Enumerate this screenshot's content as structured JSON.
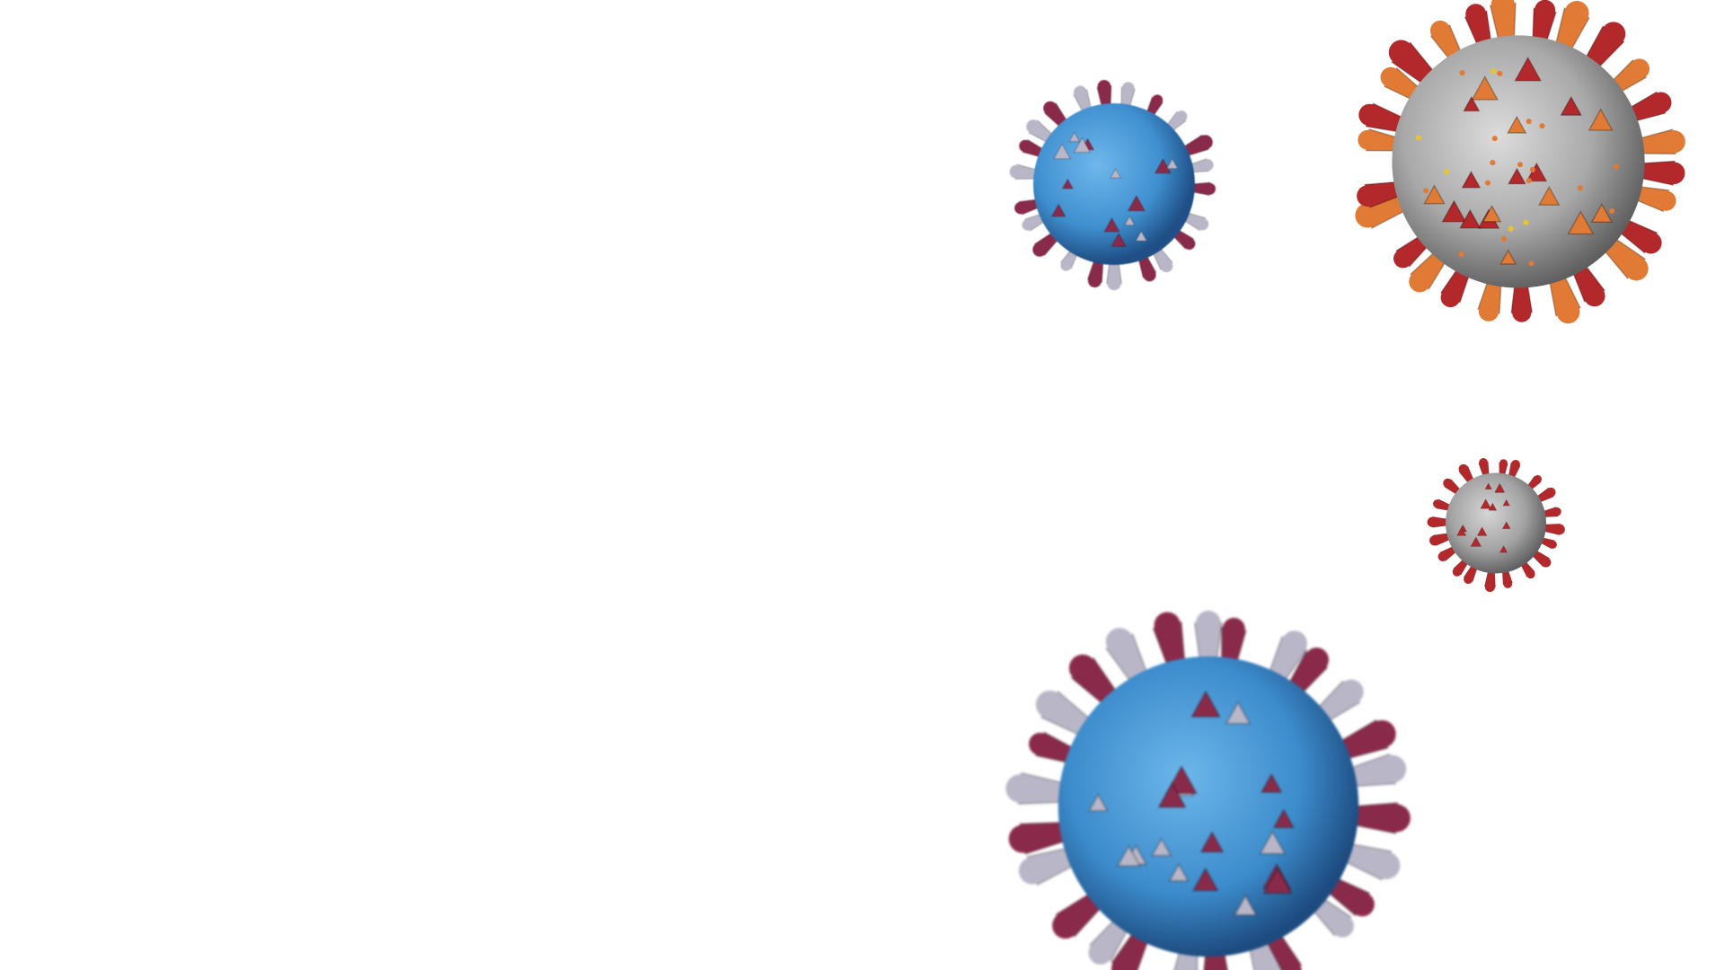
{
  "scene": {
    "background_color": "#ffffff",
    "objects": [
      {
        "name": "blue-virion-top",
        "membrane_color": "#3f8fcf",
        "membrane_shadow": "#1f4f86",
        "spike_colors": [
          "#8a2a4a",
          "#b9b6c8"
        ]
      },
      {
        "name": "red-spiked-virion-large",
        "membrane_color": "#b9b9b9",
        "membrane_shadow": "#6a6a6a",
        "spike_colors": [
          "#b3282a",
          "#e07a35",
          "#e9c42c"
        ]
      },
      {
        "name": "red-spiked-virion-small",
        "membrane_color": "#b9b9b9",
        "membrane_shadow": "#6a6a6a",
        "spike_colors": [
          "#b3282a"
        ]
      },
      {
        "name": "blue-virion-bottom",
        "membrane_color": "#3f8fcf",
        "membrane_shadow": "#1f4f86",
        "spike_colors": [
          "#8a2a4a",
          "#b9b6c8"
        ]
      }
    ]
  }
}
